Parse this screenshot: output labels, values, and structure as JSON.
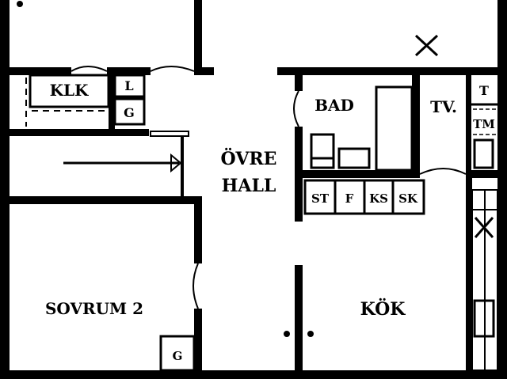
{
  "rooms": {
    "klk": "KLK",
    "l": "L",
    "g_hall": "G",
    "bad": "BAD",
    "tv": "TV.",
    "t": "T",
    "tm": "TM",
    "ovre_hall_1": "ÖVRE",
    "ovre_hall_2": "HALL",
    "st": "ST",
    "f": "F",
    "ks": "KS",
    "sk": "SK",
    "sovrum2": "SOVRUM 2",
    "g_sovrum": "G",
    "kok": "KÖK"
  },
  "colors": {
    "wall": "#000000",
    "floor": "#ffffff"
  }
}
